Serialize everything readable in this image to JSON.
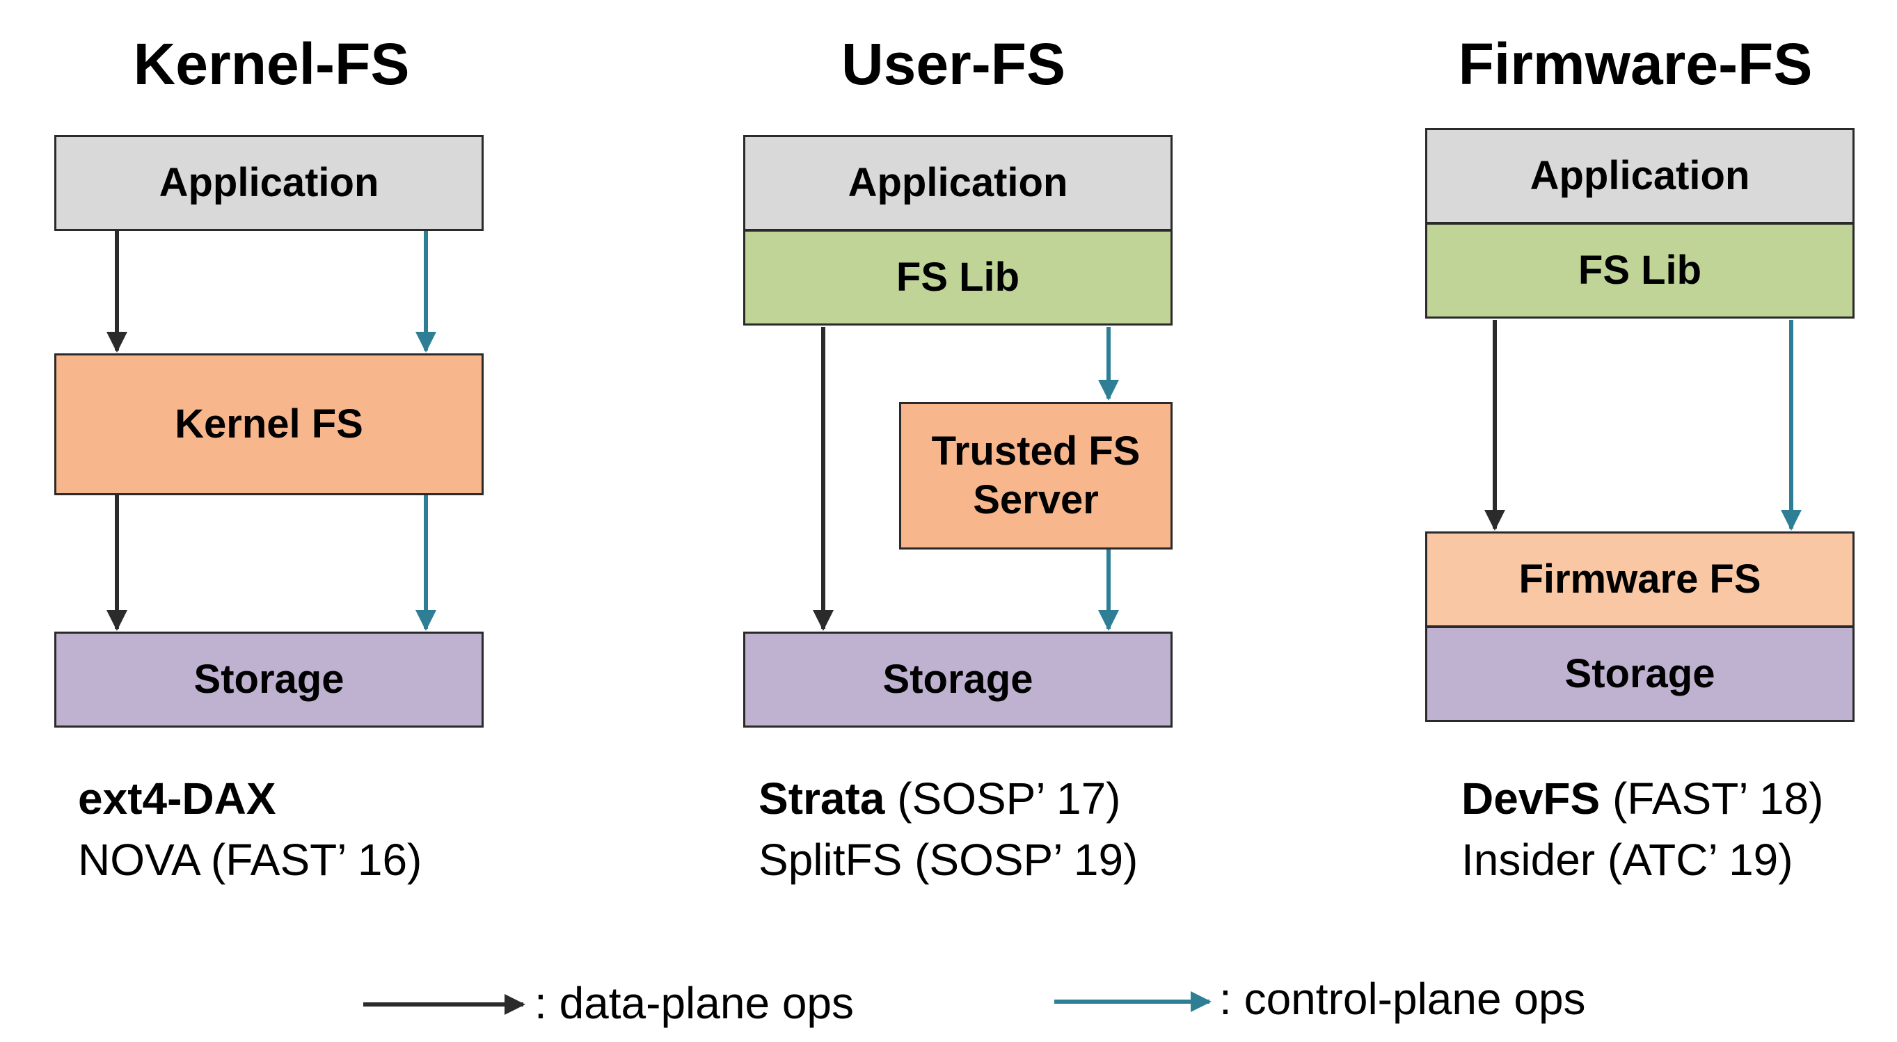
{
  "columns": [
    {
      "title": "Kernel-FS",
      "boxes": {
        "application": "Application",
        "kernel_fs": "Kernel FS",
        "storage": "Storage"
      },
      "caption": {
        "bold": "ext4-DAX",
        "bold_rest": "",
        "line2": "NOVA (FAST’ 16)"
      }
    },
    {
      "title": "User-FS",
      "boxes": {
        "application": "Application",
        "fs_lib": "FS Lib",
        "trusted_line1": "Trusted FS",
        "trusted_line2": "Server",
        "storage": "Storage"
      },
      "caption": {
        "bold": "Strata",
        "bold_rest": " (SOSP’ 17)",
        "line2": "SplitFS (SOSP’ 19)"
      }
    },
    {
      "title": "Firmware-FS",
      "boxes": {
        "application": "Application",
        "fs_lib": "FS Lib",
        "firmware_fs": "Firmware FS",
        "storage": "Storage"
      },
      "caption": {
        "bold": "DevFS",
        "bold_rest": " (FAST’ 18)",
        "line2": "Insider (ATC’ 19)"
      }
    }
  ],
  "legend": {
    "data_plane": ": data-plane ops",
    "control_plane": ": control-plane ops"
  },
  "colors": {
    "data_arrow": "#2b2b2b",
    "control_arrow": "#2e7f95",
    "application": "#d9d9d9",
    "fs_lib": "#c0d498",
    "kernel_fs": "#f8b68d",
    "firmware_fs": "#f9c7a4",
    "storage": "#bfb1d0"
  }
}
